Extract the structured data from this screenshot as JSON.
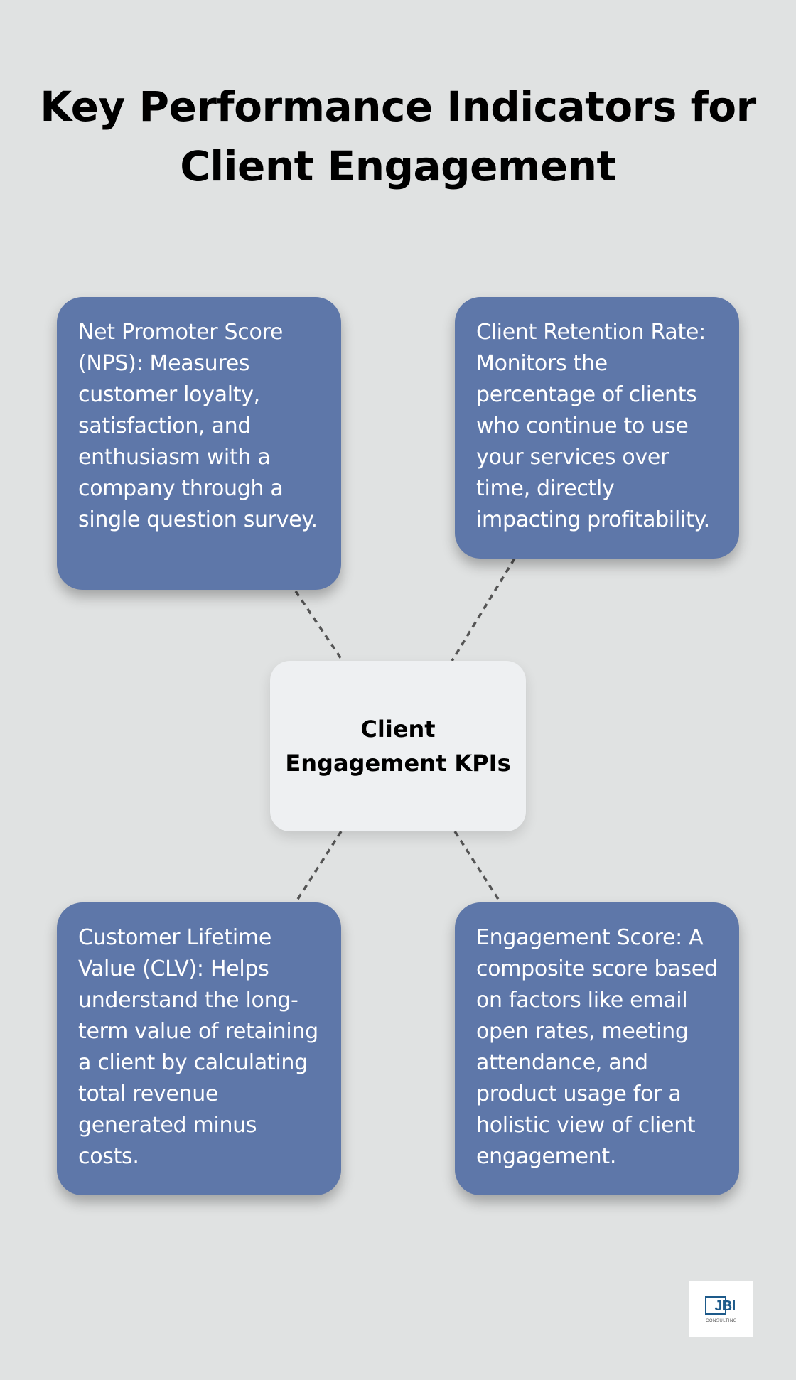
{
  "title": "Key Performance Indicators for Client Engagement",
  "center": {
    "label": "Client Engagement KPIs"
  },
  "cards": [
    {
      "id": "nps",
      "text": "Net Promoter Score (NPS): Measures customer loyalty, satisfaction, and enthusiasm with a company through a single question survey."
    },
    {
      "id": "retention",
      "text": "Client Retention Rate: Monitors the percentage of clients who continue to use your services over time, directly impacting profitability."
    },
    {
      "id": "clv",
      "text": "Customer Lifetime Value (CLV): Helps understand the long-term value of retaining a client by calculating total revenue generated minus costs."
    },
    {
      "id": "engagement",
      "text": "Engagement Score: A composite score based on factors like email open rates, meeting attendance, and product usage for a holistic view of client engagement."
    }
  ],
  "logo": {
    "letters": "JBI",
    "subtitle": "CONSULTING"
  },
  "colors": {
    "background": "#e0e2e2",
    "card": "#5e77a9",
    "center": "#eef0f2",
    "connector": "#555555",
    "logo": "#1d5a8a"
  }
}
